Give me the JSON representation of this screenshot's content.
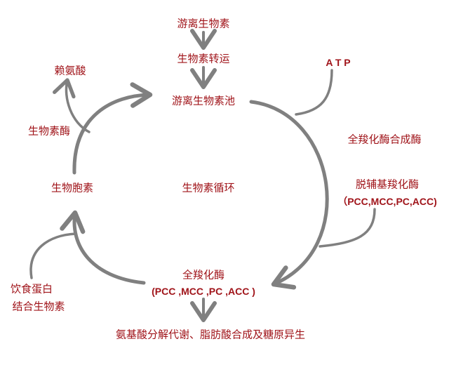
{
  "colors": {
    "text": "#a0141a",
    "arrow": "#808080"
  },
  "nodes": {
    "free_biotin": "游离生物素",
    "biotin_transport": "生物素转运",
    "free_biotin_pool": "游离生物素池",
    "atp": "A T P",
    "holocarboxylase_synthetase": "全羧化酶合成酶",
    "apocarboxylase": "脱辅基羧化酶",
    "apocarboxylase_list": "（PCC,MCC,PC,ACC)",
    "cycle_label": "生物素循环",
    "biocytin": "生物胞素",
    "biotinidase": "生物素酶",
    "lysine": "赖氨酸",
    "diet_line1": "饮食蛋白",
    "diet_line2": "结合生物素",
    "holocarboxylase": "全羧化酶",
    "holocarboxylase_list": "(PCC ,MCC ,PC ,ACC )",
    "metabolism": "氨基酸分解代谢、脂肪酸合成及糖原异生"
  }
}
